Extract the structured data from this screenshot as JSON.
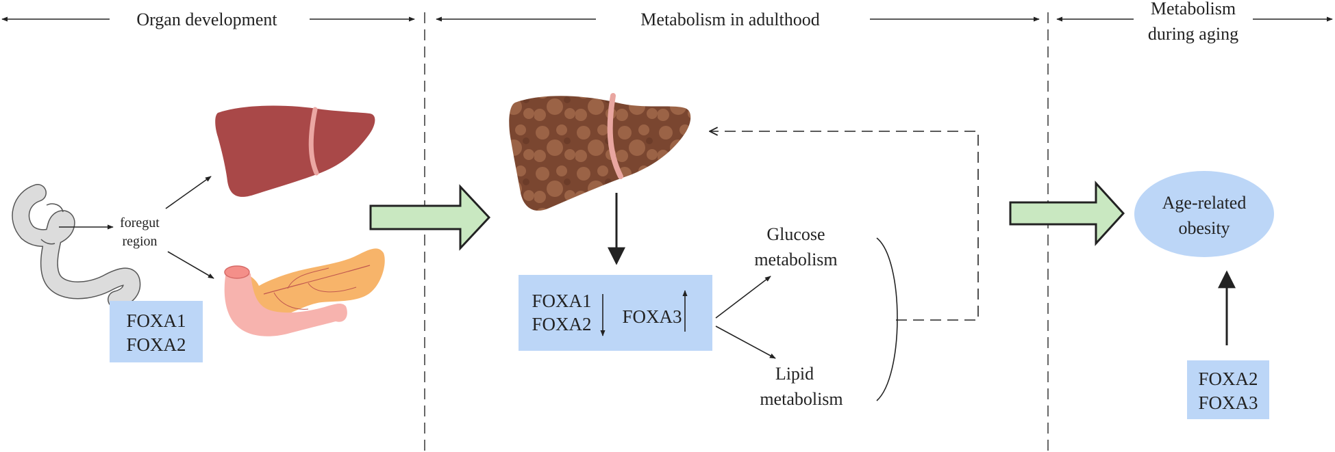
{
  "sections": {
    "organ_development": "Organ development",
    "metabolism_adulthood": "Metabolism in adulthood",
    "metabolism_aging_line1": "Metabolism",
    "metabolism_aging_line2": "during aging"
  },
  "development": {
    "foregut_line1": "foregut",
    "foregut_line2": "region",
    "factors": [
      "FOXA1",
      "FOXA2"
    ]
  },
  "adulthood": {
    "factors_down": [
      "FOXA1",
      "FOXA2"
    ],
    "factor_up": "FOXA3",
    "glucose_line1": "Glucose",
    "glucose_line2": "metabolism",
    "lipid_line1": "Lipid",
    "lipid_line2": "metabolism"
  },
  "aging": {
    "outcome_line1": "Age-related",
    "outcome_line2": "obesity",
    "factors": [
      "FOXA2",
      "FOXA3"
    ]
  },
  "colors": {
    "factor_box": "#bcd6f7",
    "obesity_ellipse": "#bcd6f7",
    "big_arrow_fill": "#c9e8c1",
    "healthy_liver": "#a94848",
    "fatty_liver": "#8a5236",
    "pancreas": "#f7b46a",
    "duodenum": "#f7b3ae"
  }
}
